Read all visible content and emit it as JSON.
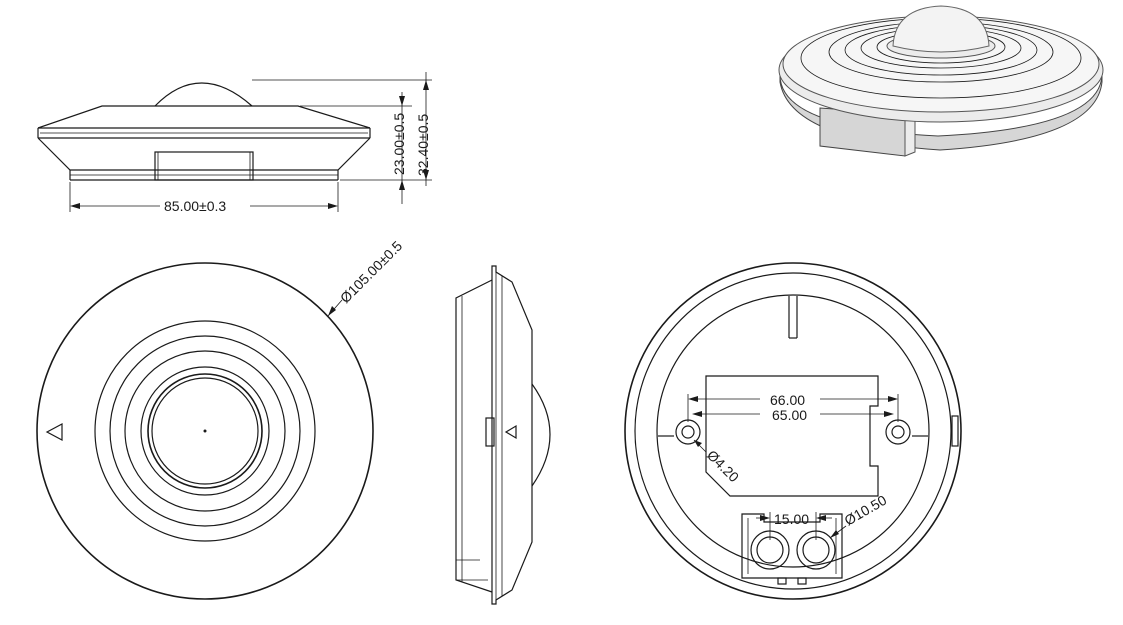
{
  "dimensions": {
    "width": "85.00±0.3",
    "height_body": "23.00±0.5",
    "height_total": "32.40±0.5",
    "diameter": "Ø105.00±0.5",
    "hole_spacing_outer": "66.00",
    "hole_spacing_inner": "65.00",
    "hole_diameter": "Ø4.20",
    "knockout_spacing": "15.00",
    "knockout_diameter": "Ø10.50"
  },
  "colors": {
    "line": "#1a1a1a",
    "background": "#ffffff",
    "render_shade": "#d6d6d6"
  },
  "icons": {
    "front_orientation_mark": "triangle-left",
    "side_orientation_mark": "triangle-left"
  }
}
